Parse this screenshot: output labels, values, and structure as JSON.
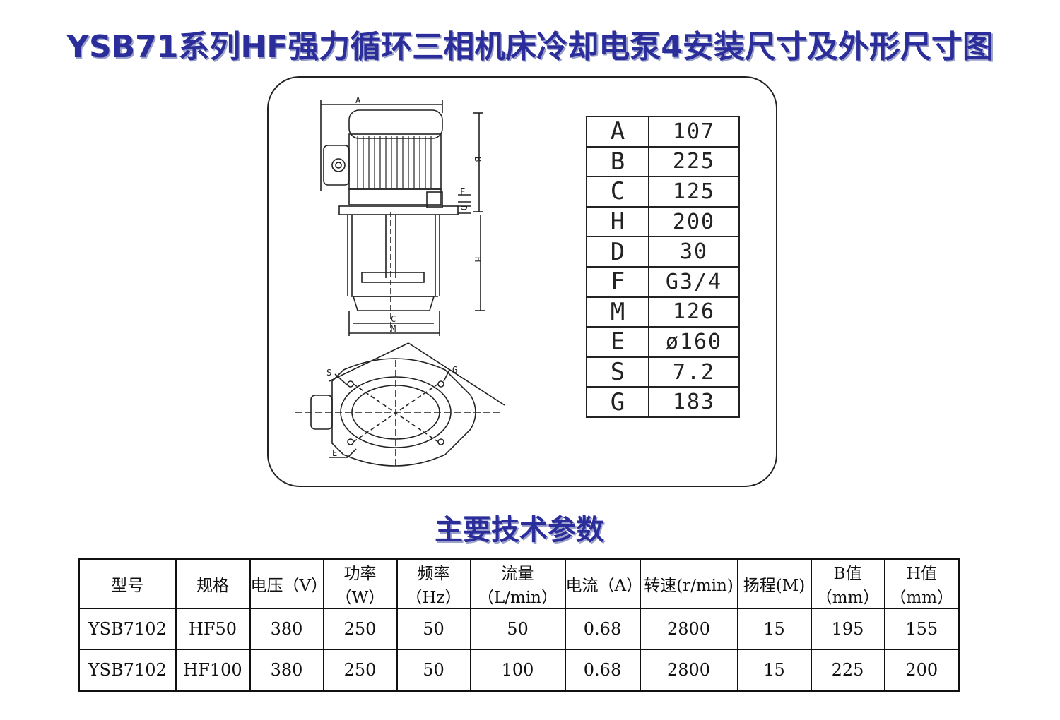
{
  "title": "YSB71系列HF强力循环三相机床冷却电泵4安装尺寸及外形尺寸图",
  "drawing": {
    "labels": {
      "A": "A",
      "B": "B",
      "C": "C",
      "M": "M",
      "H": "H",
      "F": "F",
      "D": "D",
      "S": "S",
      "G": "G",
      "E": "E"
    }
  },
  "dimensions": [
    {
      "key": "A",
      "value": "107"
    },
    {
      "key": "B",
      "value": "225"
    },
    {
      "key": "C",
      "value": "125"
    },
    {
      "key": "H",
      "value": "200"
    },
    {
      "key": "D",
      "value": "30"
    },
    {
      "key": "F",
      "value": "G3/4"
    },
    {
      "key": "M",
      "value": "126"
    },
    {
      "key": "E",
      "value": "ø160"
    },
    {
      "key": "S",
      "value": "7.2"
    },
    {
      "key": "G",
      "value": "183"
    }
  ],
  "subtitle": "主要技术参数",
  "spec_table": {
    "headers": [
      "型号",
      "规格",
      "电压（V）",
      "功率（W）",
      "频率（Hz）",
      "流量（L/min）",
      "电流（A）",
      "转速(r/min)",
      "扬程(M)",
      "B值（mm）",
      "H值（mm）"
    ],
    "rows": [
      [
        "YSB7102",
        "HF50",
        "380",
        "250",
        "50",
        "50",
        "0.68",
        "2800",
        "15",
        "195",
        "155"
      ],
      [
        "YSB7102",
        "HF100",
        "380",
        "250",
        "50",
        "100",
        "0.68",
        "2800",
        "15",
        "225",
        "200"
      ]
    ]
  },
  "colors": {
    "title": "#2b2e9a",
    "line": "#222222"
  }
}
